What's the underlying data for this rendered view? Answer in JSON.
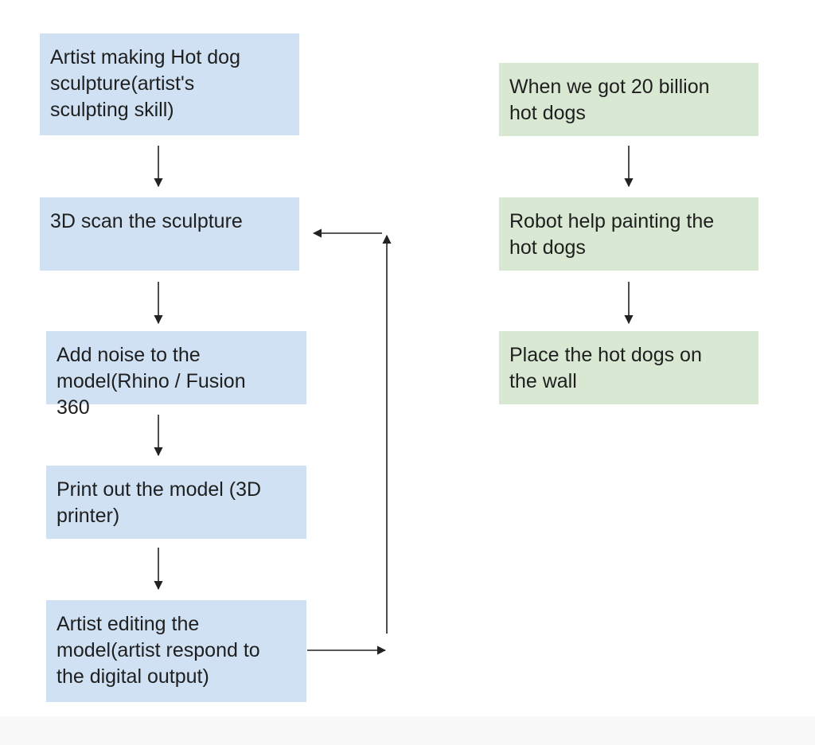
{
  "boxes": {
    "sculpture": {
      "text": "Artist making Hot dog\nsculpture(artist's\nsculpting skill)",
      "color": "#cfe1f2"
    },
    "scan": {
      "text": "3D scan the sculpture",
      "color": "#cfe1f2"
    },
    "noise": {
      "text": "Add noise to the\nmodel(Rhino / Fusion\n360",
      "color": "#cfe1f2"
    },
    "print": {
      "text": "Print out the model (3D\nprinter)",
      "color": "#cfe1f2"
    },
    "edit": {
      "text": "Artist editing the\nmodel(artist respond to\nthe digital output)",
      "color": "#cfe1f2"
    },
    "billion": {
      "text": "When we got 20 billion\nhot dogs",
      "color": "#d9e8d3"
    },
    "robot": {
      "text": "Robot help painting the\nhot dogs",
      "color": "#d9e8d3"
    },
    "wall": {
      "text": "Place the hot dogs on\nthe wall",
      "color": "#d9e8d3"
    }
  },
  "connections": [
    {
      "from": "sculpture",
      "to": "scan"
    },
    {
      "from": "scan",
      "to": "noise"
    },
    {
      "from": "noise",
      "to": "print"
    },
    {
      "from": "print",
      "to": "edit"
    },
    {
      "from": "edit",
      "to": "scan",
      "kind": "feedback-loop"
    },
    {
      "from": "billion",
      "to": "robot"
    },
    {
      "from": "robot",
      "to": "wall"
    }
  ]
}
